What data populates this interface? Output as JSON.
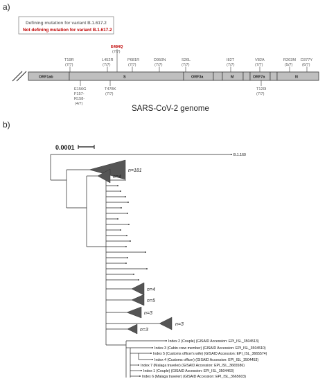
{
  "panel_a": {
    "label": "a)",
    "legend": {
      "defining": "Defining mutation for variant B.1.617.2",
      "not_defining": "Not defining mutation for variant B.1.617.2"
    },
    "genes": [
      "ORF1ab",
      "S",
      "ORF3a",
      "M",
      "ORF7a",
      "N"
    ],
    "mutations_top": [
      {
        "name": "T19R",
        "count": "(7/7)"
      },
      {
        "name": "L452R",
        "count": "(7/7)"
      },
      {
        "name": "E484Q",
        "count": "(7/7)",
        "highlight": true
      },
      {
        "name": "P681R",
        "count": "(7/7)"
      },
      {
        "name": "D950N",
        "count": "(7/7)"
      },
      {
        "name": "S26L",
        "count": "(7/7)"
      },
      {
        "name": "I82T",
        "count": "(7/7)"
      },
      {
        "name": "V82A",
        "count": "(7/7)"
      },
      {
        "name": "R203M",
        "count": "(5/7)"
      },
      {
        "name": "D377Y",
        "count": "(6/7)"
      }
    ],
    "mutations_bottom": [
      {
        "lines": [
          "E156G",
          "F157-",
          "R158-",
          "(4/7)"
        ]
      },
      {
        "lines": [
          "T478K",
          "(7/7)"
        ]
      },
      {
        "lines": [
          "T120I",
          "(7/7)"
        ]
      }
    ],
    "genome_title": "SARS-CoV-2 genome",
    "colors": {
      "gene_fill": "#bfbfbf",
      "highlight": "#c00000"
    }
  },
  "panel_b": {
    "label": "b)",
    "scale_value": "0.0001",
    "outgroup_label": "B.1.160",
    "clade_counts": [
      "n=181",
      "n=4",
      "n=4",
      "n=5",
      "n=3",
      "n=3",
      "n=3"
    ],
    "index_cases": [
      "Index 2 (Couple) (GISAID Accession: EPI_ISL_3504513)",
      "Index 3 (Cabin crew member) (GISAID Accession: EPI_ISL_3504510)",
      "Index 5 (Customs officer's wife) (GISAID Accession: EPI_ISL_3665574)",
      "Index 4 (Customs officer) (GISAID Accession: EPI_ISL_3504453)",
      "Index 7 (Malaga traveler) (GISAID Accession: EPI_ISL_3665586)",
      "Index 1 (Couple) (GISAID Accession: EPI_ISL_3504463)",
      "Index 6 (Malaga traveler) (GISAID Accession: EPI_ISL_3665603)"
    ]
  }
}
